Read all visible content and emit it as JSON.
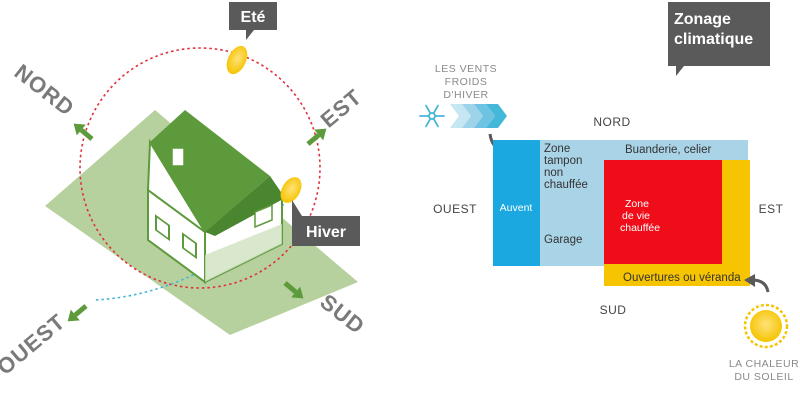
{
  "left": {
    "season_summer": "Eté",
    "season_winter": "Hiver",
    "dir_north": "NORD",
    "dir_east": "EST",
    "dir_south": "SUD",
    "dir_west": "OUEST"
  },
  "right": {
    "title_line1": "Zonage",
    "title_line2": "climatique",
    "wind_line1": "LES VENTS",
    "wind_line2": "FROIDS",
    "wind_line3": "D'HIVER",
    "dir_north": "NORD",
    "dir_south": "SUD",
    "dir_west": "OUEST",
    "dir_east": "EST",
    "zone_auvent": "Auvent",
    "zone_tampon_1": "Zone",
    "zone_tampon_2": "tampon",
    "zone_tampon_3": "non",
    "zone_tampon_4": "chauffée",
    "zone_buanderie": "Buanderie, celier",
    "zone_garage": "Garage",
    "zone_vie_1": "Zone",
    "zone_vie_2": "de vie",
    "zone_vie_3": "chauffée",
    "zone_ouvertures": "Ouvertures ou véranda",
    "sun_line1": "LA CHALEUR",
    "sun_line2": "DU SOLEIL"
  },
  "colors": {
    "ground": "#a9c98d",
    "roof": "#5c9a3b",
    "arrow_green": "#5c9a3b",
    "summer_path": "#e0303a",
    "winter_path": "#45b7d8",
    "sun": "#f5c400",
    "tag_grey": "#5a5a5a",
    "auvent": "#1ba8e0",
    "tampon": "#a9d3e6",
    "vie": "#ef0d1a",
    "ouvertures": "#f6c400"
  }
}
